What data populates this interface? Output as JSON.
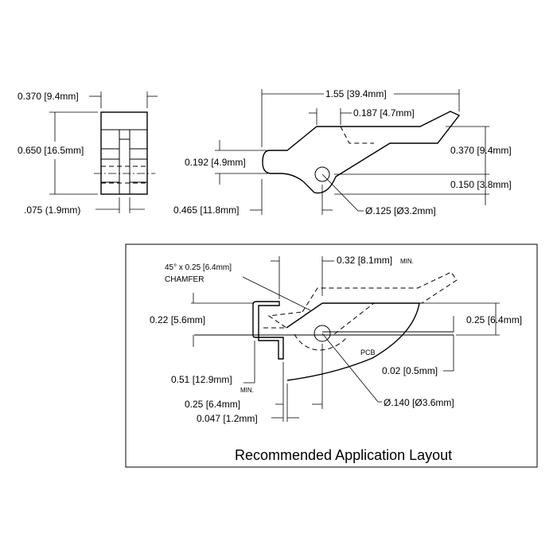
{
  "side_view": {
    "width": "0.370 [9.4mm]",
    "height": "0.650 [16.5mm]",
    "slot": ".075 (1.9mm)"
  },
  "top_view": {
    "length": "1.55 [39.4mm]",
    "ramp": "0.187 [4.7mm]",
    "tip_height": "0.192 [4.9mm]",
    "total_height": "0.370 [9.4mm]",
    "hole_offset": "0.150 [3.8mm]",
    "hole_x": "0.465 [11.8mm]",
    "hole_dia": "Ø.125 [Ø3.2mm]"
  },
  "layout": {
    "title": "Recommended Application Layout",
    "chamfer_line1": "45° x 0.25 [6.4mm]",
    "chamfer_line2": "CHAMFER",
    "offset_min": "0.32 [8.1mm]",
    "offset_min_suffix": "MIN.",
    "height_left": "0.22 [5.6mm]",
    "height_right": "0.25 [6.4mm]",
    "gap": "0.02 [0.5mm]",
    "pcb": "PCB",
    "depth_min": "0.51 [12.9mm]",
    "depth_min_suffix": "MIN.",
    "leg": "0.25 [6.4mm]",
    "thickness": "0.047 [1.2mm]",
    "hole_dia": "Ø.140 [Ø3.6mm]"
  }
}
